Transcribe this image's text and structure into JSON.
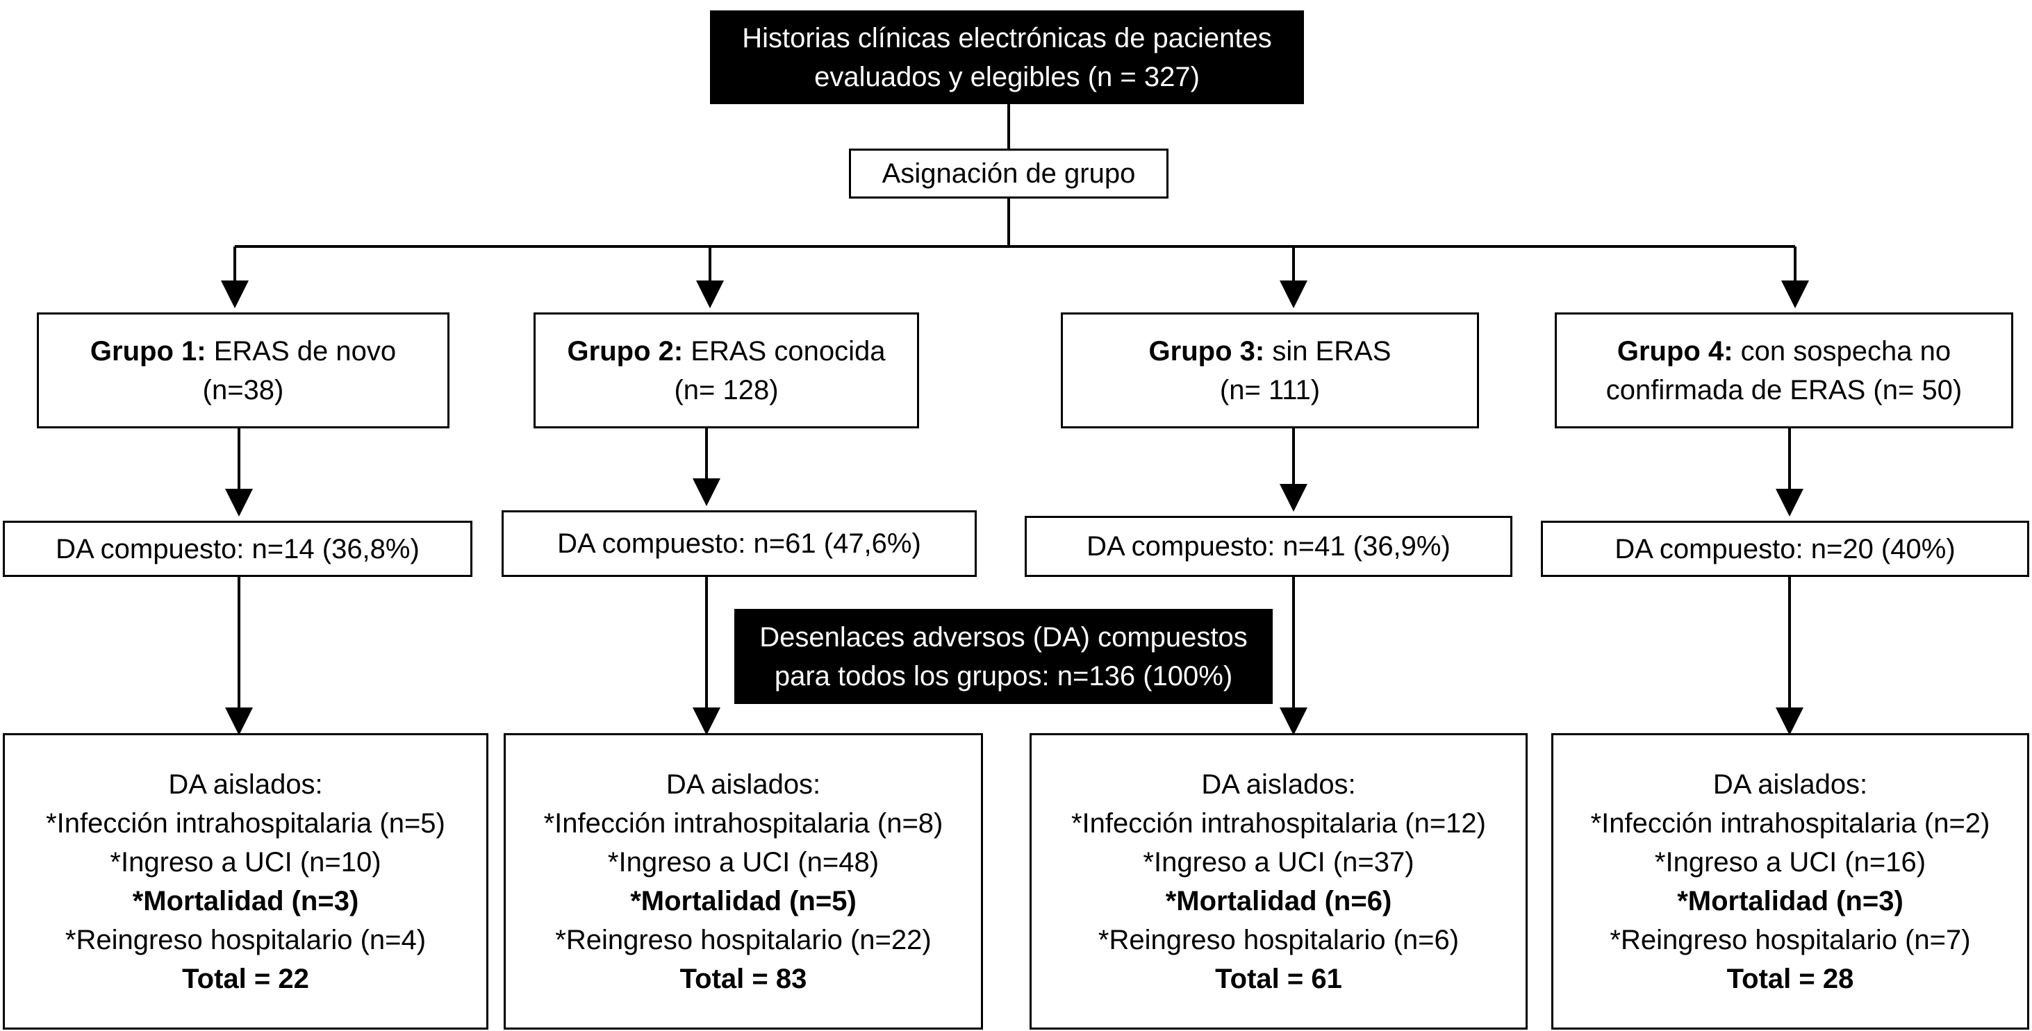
{
  "top": {
    "line1": "Historias clínicas electrónicas de pacientes",
    "line2": "evaluados y elegibles (n = 327)"
  },
  "assign": {
    "label": "Asignación de grupo"
  },
  "groups": [
    {
      "title": "Grupo 1:",
      "name": "ERAS de novo",
      "name2": "",
      "count": "(n=38)",
      "da": "DA compuesto: n=14 (36,8%)",
      "isolated_title": "DA aislados:",
      "infeccion": "*Infección intrahospitalaria (n=5)",
      "uci": "*Ingreso a UCI (n=10)",
      "mortalidad": "*Mortalidad (n=3)",
      "reingreso": "*Reingreso hospitalario (n=4)",
      "total": "Total = 22"
    },
    {
      "title": "Grupo 2:",
      "name": "ERAS conocida",
      "name2": "",
      "count": "(n= 128)",
      "da": "DA compuesto: n=61 (47,6%)",
      "isolated_title": "DA aislados:",
      "infeccion": "*Infección intrahospitalaria (n=8)",
      "uci": "*Ingreso a UCI (n=48)",
      "mortalidad": "*Mortalidad (n=5)",
      "reingreso": "*Reingreso hospitalario (n=22)",
      "total": "Total = 83"
    },
    {
      "title": "Grupo 3:",
      "name": "sin ERAS",
      "name2": "",
      "count": "(n= 111)",
      "da": "DA compuesto: n=41 (36,9%)",
      "isolated_title": "DA aislados:",
      "infeccion": "*Infección intrahospitalaria (n=12)",
      "uci": "*Ingreso a UCI (n=37)",
      "mortalidad": "*Mortalidad (n=6)",
      "reingreso": "*Reingreso hospitalario (n=6)",
      "total": "Total = 61"
    },
    {
      "title": "Grupo 4:",
      "name": "con sospecha no",
      "name2": "confirmada de ERAS  (n= 50)",
      "count": "",
      "da": "DA compuesto: n=20 (40%)",
      "isolated_title": "DA aislados:",
      "infeccion": "*Infección intrahospitalaria (n=2)",
      "uci": "*Ingreso a UCI (n=16)",
      "mortalidad": "*Mortalidad (n=3)",
      "reingreso": "*Reingreso hospitalario (n=7)",
      "total": "Total = 28"
    }
  ],
  "composite": {
    "line1": "Desenlaces adversos (DA) compuestos",
    "line2": "para todos los grupos: n=136 (100%)"
  }
}
